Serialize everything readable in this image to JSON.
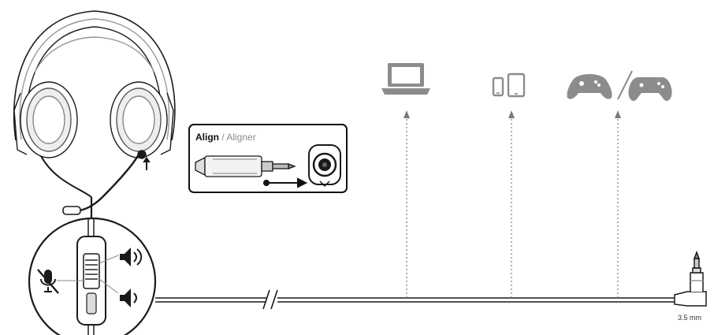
{
  "colors": {
    "line": "#1a1a1a",
    "device_icon": "#8c8c8c",
    "dotted_arrow": "#7a7a7a",
    "callout_border": "#111111",
    "headset_gray": "#d9d9d9"
  },
  "callout": {
    "align_label": "Align",
    "separator": " / ",
    "aligner_label": "Aligner"
  },
  "connector": {
    "size_label": "3.5 mm"
  },
  "devices": [
    {
      "icon": "laptop-icon"
    },
    {
      "icon": "phone-tablet-icon"
    },
    {
      "icon": "gamepads-icon"
    }
  ],
  "inline_control": {
    "icons": [
      "mic-mute-icon",
      "volume-up-icon",
      "volume-down-icon"
    ]
  }
}
